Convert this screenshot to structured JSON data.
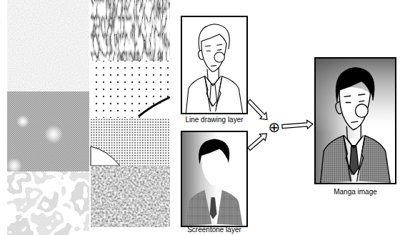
{
  "diagram": {
    "nodes": [
      {
        "text": [
          "Line drawing layer"
        ]
      },
      {
        "text": [
          "Screentone layer"
        ]
      },
      {
        "text": [
          "⊕"
        ]
      },
      {
        "text": [
          "Manga image"
        ]
      }
    ],
    "edges": [
      {
        "from": 0,
        "to": 2,
        "arrow": "to"
      },
      {
        "from": 1,
        "to": 2,
        "arrow": "to"
      },
      {
        "from": 2,
        "to": 3,
        "arrow": "to"
      }
    ]
  }
}
